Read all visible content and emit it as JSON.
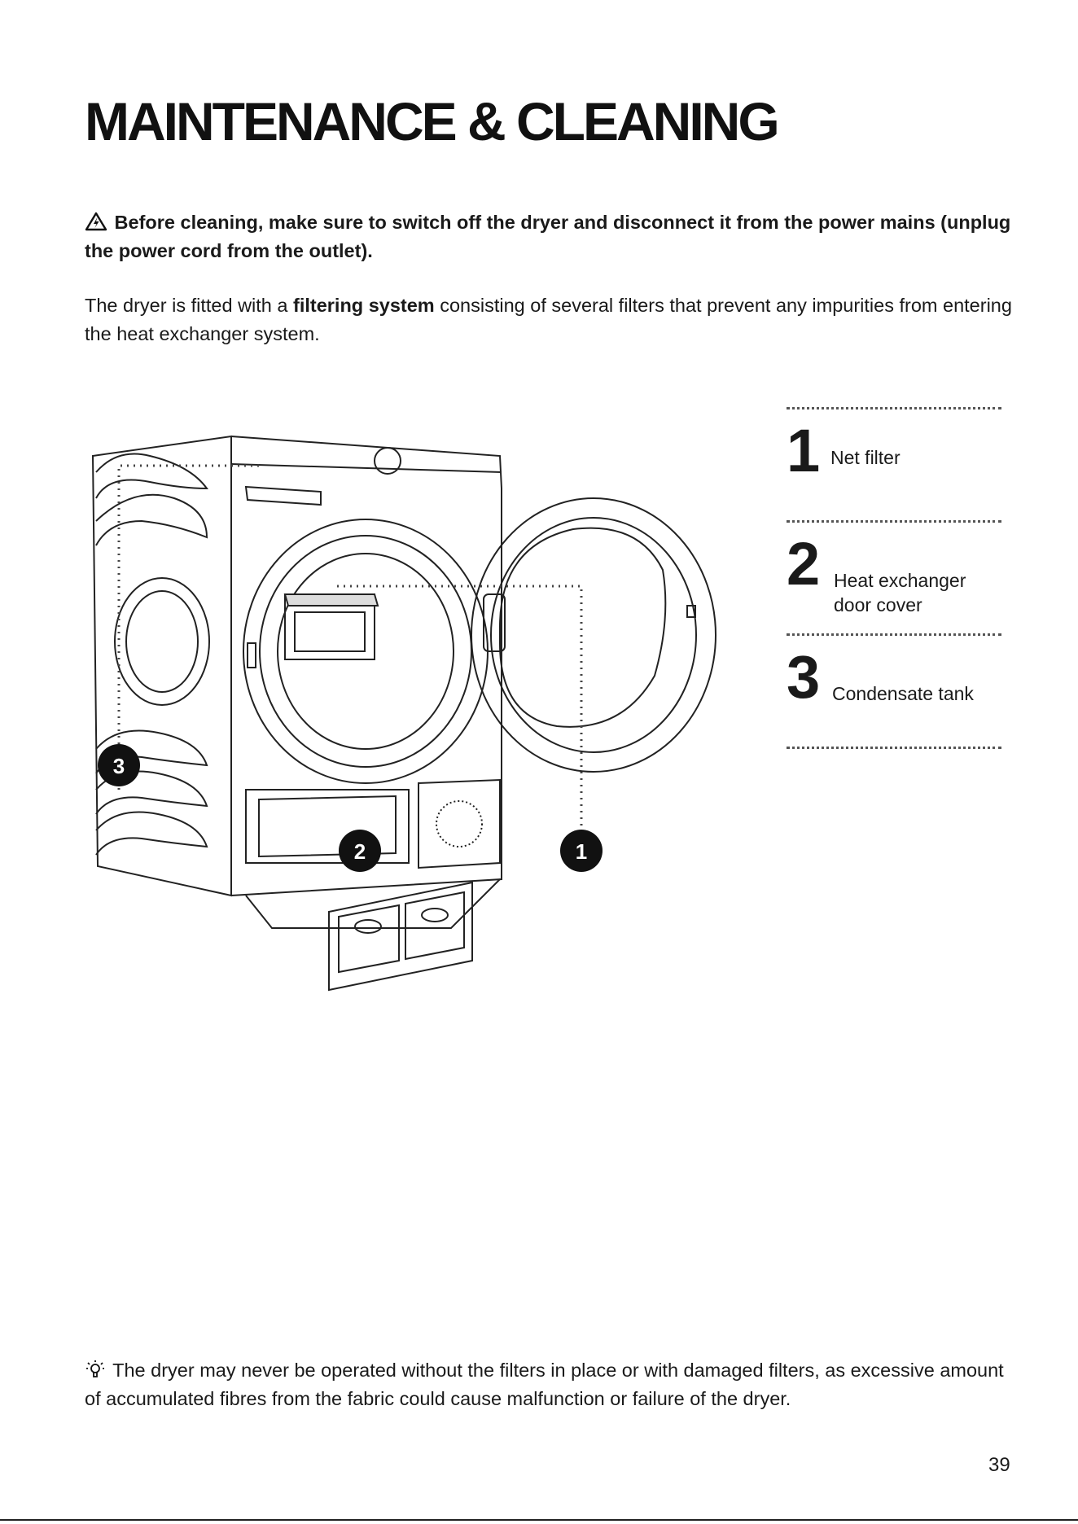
{
  "title": "MAINTENANCE & CLEANING",
  "warning": {
    "icon": "warning-triangle-icon",
    "text": "Before cleaning, make sure to switch off the dryer and disconnect it from the power mains (unplug the power cord from the outlet)."
  },
  "intro": {
    "before": "The dryer is fitted with a ",
    "bold": "filtering system",
    "after": " consisting of several filters that prevent any impurities from entering the heat exchanger system."
  },
  "figure": {
    "callouts": [
      "3",
      "2",
      "1"
    ]
  },
  "legend": {
    "items": [
      {
        "number": "1",
        "label": "Net filter"
      },
      {
        "number": "2",
        "label": "Heat exchanger door cover"
      },
      {
        "number": "3",
        "label": "Condensate tank"
      }
    ]
  },
  "note": {
    "icon": "lightbulb-icon",
    "text": "The dryer may never be operated without the filters in place or with damaged filters, as excessive amount of accumulated fibres from the fabric could cause malfunction or failure of the dryer."
  },
  "page_number": "39"
}
